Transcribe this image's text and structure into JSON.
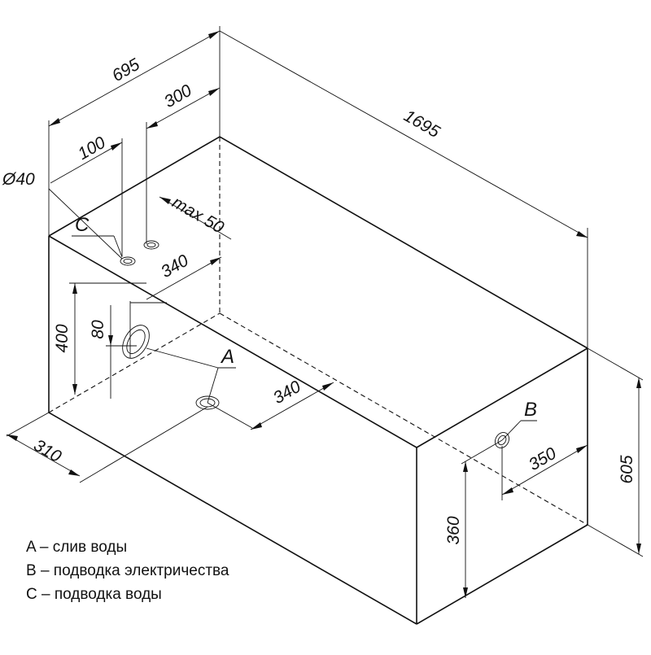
{
  "dimensions": {
    "width": "695",
    "offset_300": "300",
    "length": "1695",
    "offset_100": "100",
    "diameter": "Ø40",
    "max_50": "max 50",
    "span_340_top": "340",
    "height_400": "400",
    "height_80": "80",
    "span_340_floor": "340",
    "depth_310": "310",
    "span_350": "350",
    "height_605": "605",
    "height_360": "360"
  },
  "markers": {
    "a": "A",
    "b": "B",
    "c": "C"
  },
  "legend": [
    {
      "key": "A",
      "text": "A – слив воды"
    },
    {
      "key": "B",
      "text": "B – подводка электричества"
    },
    {
      "key": "C",
      "text": "C – подводка воды"
    }
  ]
}
